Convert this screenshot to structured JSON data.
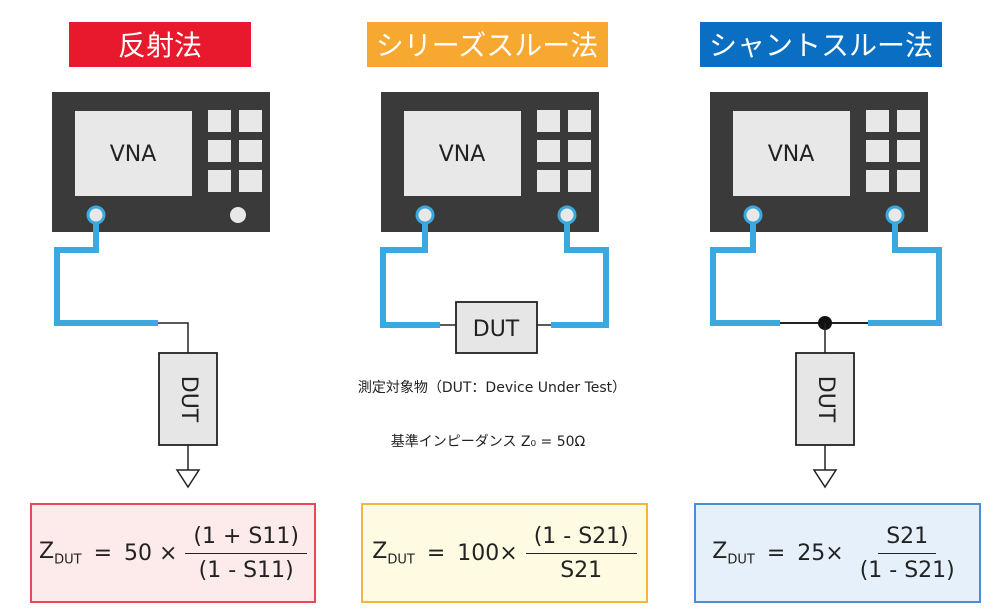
{
  "methods": [
    {
      "title": "反射法",
      "color": "#e8192c",
      "formula": {
        "lhs": "Z",
        "sub": "DUT",
        "eq": "=",
        "factor": "50 ×",
        "numerator": "(1 + S11)",
        "denominator": "(1 - S11)",
        "border": "#e8485a",
        "bg": "#fdeaea"
      }
    },
    {
      "title": "シリーズスルー法",
      "color": "#f7a831",
      "formula": {
        "lhs": "Z",
        "sub": "DUT",
        "eq": "=",
        "factor": "100×",
        "numerator": "(1 - S21)",
        "denominator": "S21",
        "border": "#f7b343",
        "bg": "#fffbe3"
      }
    },
    {
      "title": "シャントスルー法",
      "color": "#0a6fc2",
      "formula": {
        "lhs": "Z",
        "sub": "DUT",
        "eq": "=",
        "factor": "25×",
        "numerator": "S21",
        "denominator": "(1 - S21)",
        "border": "#4a8fd6",
        "bg": "#e6f0fb"
      }
    }
  ],
  "instrument_label": "VNA",
  "dut_label": "DUT",
  "note_dut": "測定対象物（DUT：Device Under Test）",
  "note_impedance": "基準インピーダンス Z₀ = 50Ω",
  "colors": {
    "cable": "#39a9e0",
    "instrument": "#3a3a3a",
    "screen": "#e8e8e8",
    "dut_fill": "#e6e6e6",
    "wire": "#222222"
  }
}
